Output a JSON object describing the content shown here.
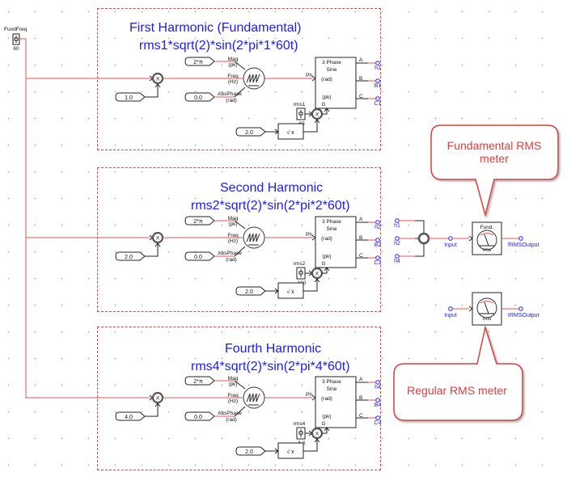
{
  "source": {
    "label": "FundFreq",
    "value": "60"
  },
  "harmonics": [
    {
      "title": "First Harmonic (Fundamental)",
      "formula": "rms1*sqrt(2)*sin(2*pi*1*60t)",
      "mag_const": "2*π",
      "mult_const": "1.0",
      "phase_const": "0.0",
      "sqrt_const": "2.0",
      "rms_slider_label": "rms1",
      "rms_slider_value": "60",
      "outputs": [
        "h1",
        "B1",
        "C1"
      ]
    },
    {
      "title": "Second Harmonic",
      "formula": "rms2*sqrt(2)*sin(2*pi*2*60t)",
      "mag_const": "2*π",
      "mult_const": "2.0",
      "phase_const": "0.0",
      "sqrt_const": "2.0",
      "rms_slider_label": "rms2",
      "rms_slider_value": "100",
      "outputs": [
        "h2",
        "B2",
        "C2"
      ]
    },
    {
      "title": "Fourth Harmonic",
      "formula": "rms4*sqrt(2)*sin(2*pi*4*60t)",
      "mag_const": "2*π",
      "mult_const": "4.0",
      "phase_const": "0.0",
      "sqrt_const": "2.0",
      "rms_slider_label": "rms4",
      "rms_slider_value": "6.0",
      "outputs": [
        "h4",
        "B4",
        "C4"
      ]
    }
  ],
  "osc_labels": {
    "mag": "Mag",
    "mag_unit": "(pk)",
    "freq": "Freq",
    "freq_unit": "(Hz)",
    "phase": "AbsPhase",
    "phase_unit": "(rad)"
  },
  "sine_block": {
    "line1": "3 Phase",
    "line2": "Sine",
    "line3": "(rad)",
    "line4": "(pk)",
    "port_ph": "Ph",
    "port_g": "G",
    "port_a": "A",
    "port_b": "B",
    "port_c": "C"
  },
  "sqrt_label": "√ x",
  "mult_label": "X",
  "summer": {
    "inputs": [
      "h1",
      "h2",
      "h4"
    ],
    "output": "Input"
  },
  "fund_meter": {
    "title": "Fund.",
    "sub": "rms",
    "input": "Input",
    "output": "fRMSOutput"
  },
  "regular_meter": {
    "sub": "rms",
    "input": "Input",
    "output": "tRMSOutput"
  },
  "callouts": {
    "fundamental": "Fundamental RMS meter",
    "regular": "Regular RMS meter"
  },
  "colors": {
    "wire": "#e85050",
    "group_border": "#e84040",
    "title": "#1a1aff",
    "label": "#2020ff"
  }
}
